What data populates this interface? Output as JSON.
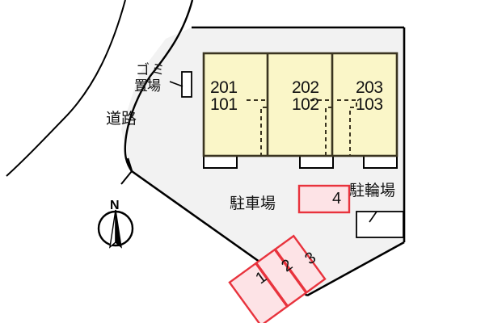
{
  "plan": {
    "title": "apartment-site-plan",
    "colors": {
      "building_fill": "#faf6c8",
      "building_stroke": "#3a3420",
      "site_fill": "#f2f2f2",
      "site_stroke": "#000000",
      "parking_fill": "#fde3e6",
      "parking_stroke": "#e8333d",
      "porch_fill": "#ffffff",
      "porch_stroke": "#000000",
      "text": "#111111",
      "road_stroke": "#000000"
    },
    "building": {
      "units": [
        {
          "upper": "201",
          "lower": "101"
        },
        {
          "upper": "202",
          "lower": "102"
        },
        {
          "upper": "203",
          "lower": "103"
        }
      ]
    },
    "labels": {
      "road": "道路",
      "garbage_line1": "ゴミ",
      "garbage_line2": "置場",
      "parking_lot": "駐車場",
      "bicycle_parking": "駐輪場",
      "compass_north": "N"
    },
    "parking_stalls": [
      {
        "number": "1"
      },
      {
        "number": "2"
      },
      {
        "number": "3"
      },
      {
        "number": "4"
      }
    ]
  }
}
